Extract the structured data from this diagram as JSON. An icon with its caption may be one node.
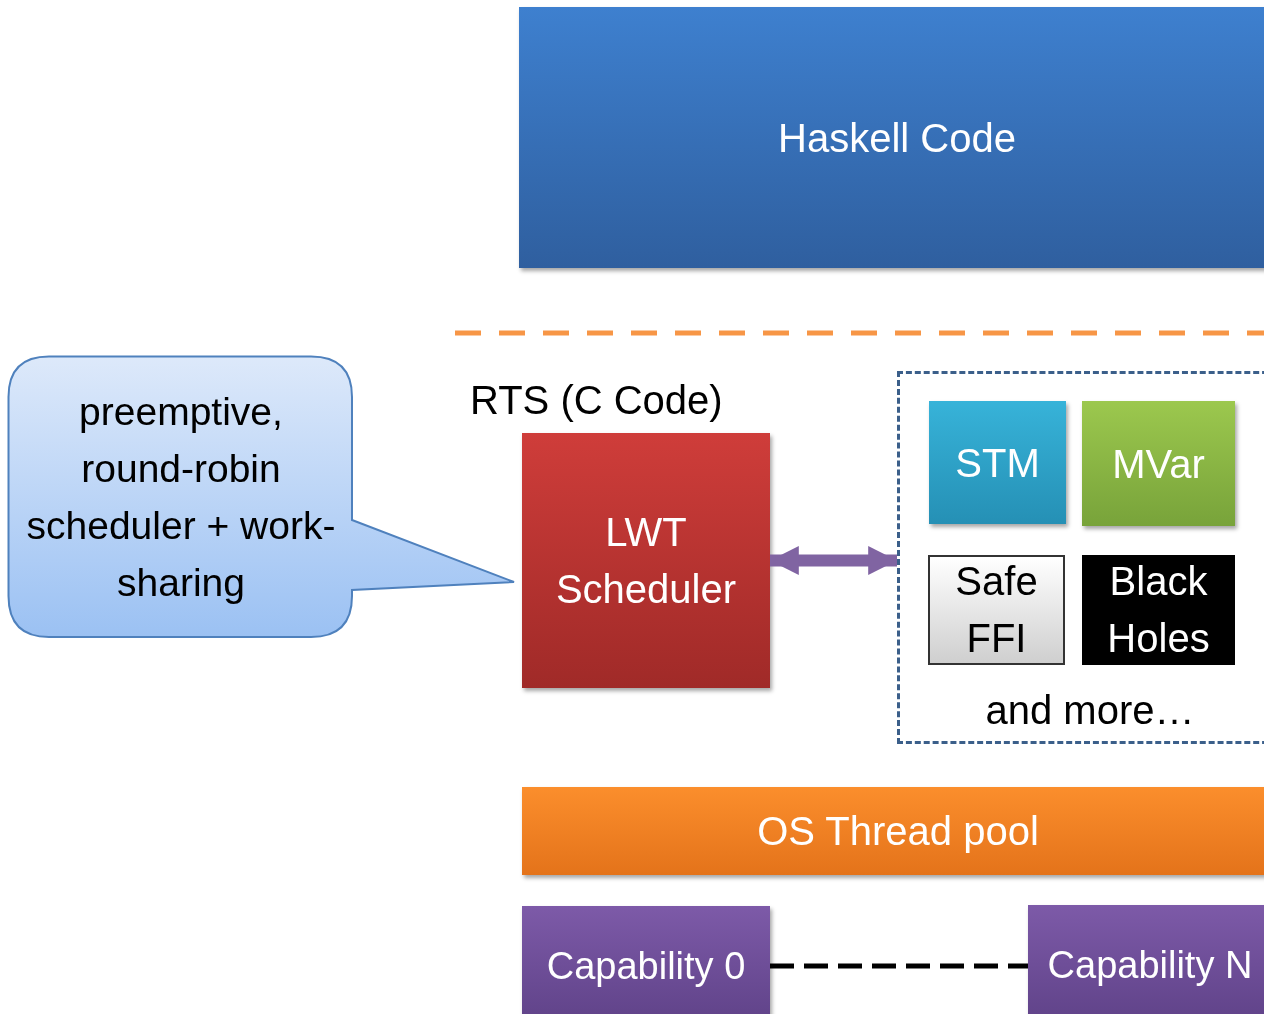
{
  "diagram": {
    "nodes": [
      {
        "text": [
          "Haskell Code"
        ]
      },
      {
        "text": [
          "preemptive, round-robin scheduler + work-sharing"
        ]
      },
      {
        "text": [
          "LWT Scheduler"
        ]
      },
      {
        "text": [
          "and more…"
        ]
      },
      {
        "text": [
          "STM"
        ],
        "in": 3
      },
      {
        "text": [
          "MVar"
        ],
        "in": 3
      },
      {
        "text": [
          "Safe FFI"
        ],
        "in": 3
      },
      {
        "text": [
          "Black Holes"
        ],
        "in": 3
      },
      {
        "text": [
          "OS Thread pool"
        ]
      },
      {
        "text": [
          "Capability 0"
        ]
      },
      {
        "text": [
          "Capability N"
        ]
      }
    ],
    "edges": [
      {
        "from": 2,
        "to": 3,
        "arrow": "both",
        "style": "thick",
        "color": "#8064a2"
      },
      {
        "from": 9,
        "to": 10,
        "arrow": "none",
        "style": "dashed",
        "color": "#000000"
      }
    ],
    "labels": [
      "RTS (C Code)"
    ]
  }
}
